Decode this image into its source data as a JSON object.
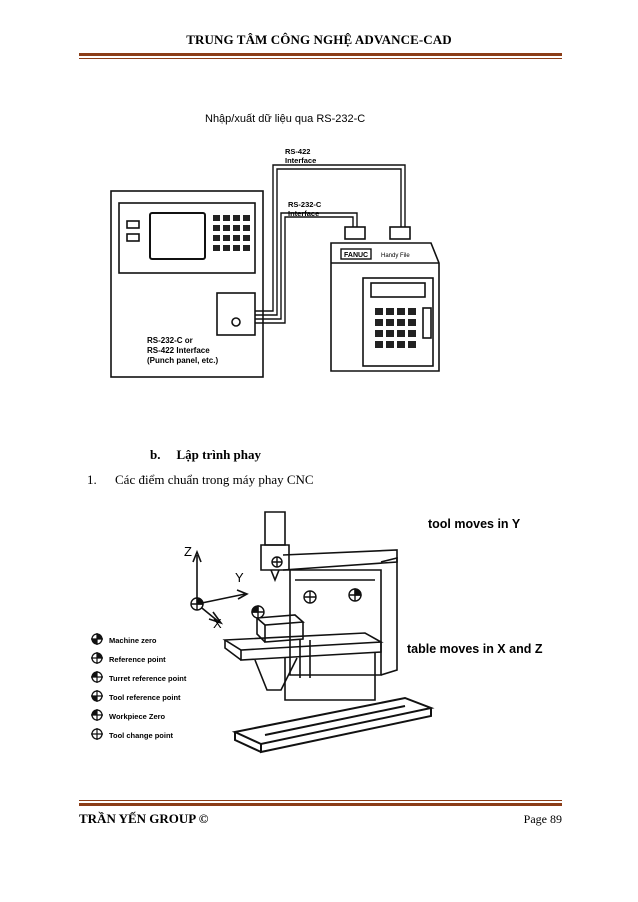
{
  "header": {
    "title": "TRUNG TÂM CÔNG NGHỆ ADVANCE-CAD"
  },
  "figure1": {
    "title": "Nhập/xuất dữ liệu qua RS-232-C",
    "label_rs422_line1": "RS-422",
    "label_rs422_line2": "Interface",
    "label_rs232_line1": "RS-232-C",
    "label_rs232_line2": "Interface",
    "device_brand": "FANUC",
    "device_name": "Handy File",
    "panel_label_line1": "RS-232-C or",
    "panel_label_line2": "RS-422 Interface",
    "panel_label_line3": "(Punch panel, etc.)"
  },
  "section": {
    "letter": "b.",
    "heading": "Lập trình phay",
    "item_number": "1.",
    "item_text": "Các điểm chuẩn trong máy phay CNC"
  },
  "figure2": {
    "tool_moves": "tool moves in Y",
    "table_moves": "table moves in X and Z",
    "axis_z": "Z",
    "axis_y": "Y",
    "axis_x": "X",
    "legend": [
      {
        "icon": "machine-zero-icon",
        "label": "Machine zero"
      },
      {
        "icon": "reference-point-icon",
        "label": "Reference point"
      },
      {
        "icon": "turret-reference-point-icon",
        "label": "Turret reference point"
      },
      {
        "icon": "tool-reference-point-icon",
        "label": "Tool reference point"
      },
      {
        "icon": "workpiece-zero-icon",
        "label": "Workpiece Zero"
      },
      {
        "icon": "tool-change-point-icon",
        "label": "Tool change point"
      }
    ]
  },
  "footer": {
    "left": "TRẦN YẾN GROUP ©",
    "right": "Page 89"
  }
}
